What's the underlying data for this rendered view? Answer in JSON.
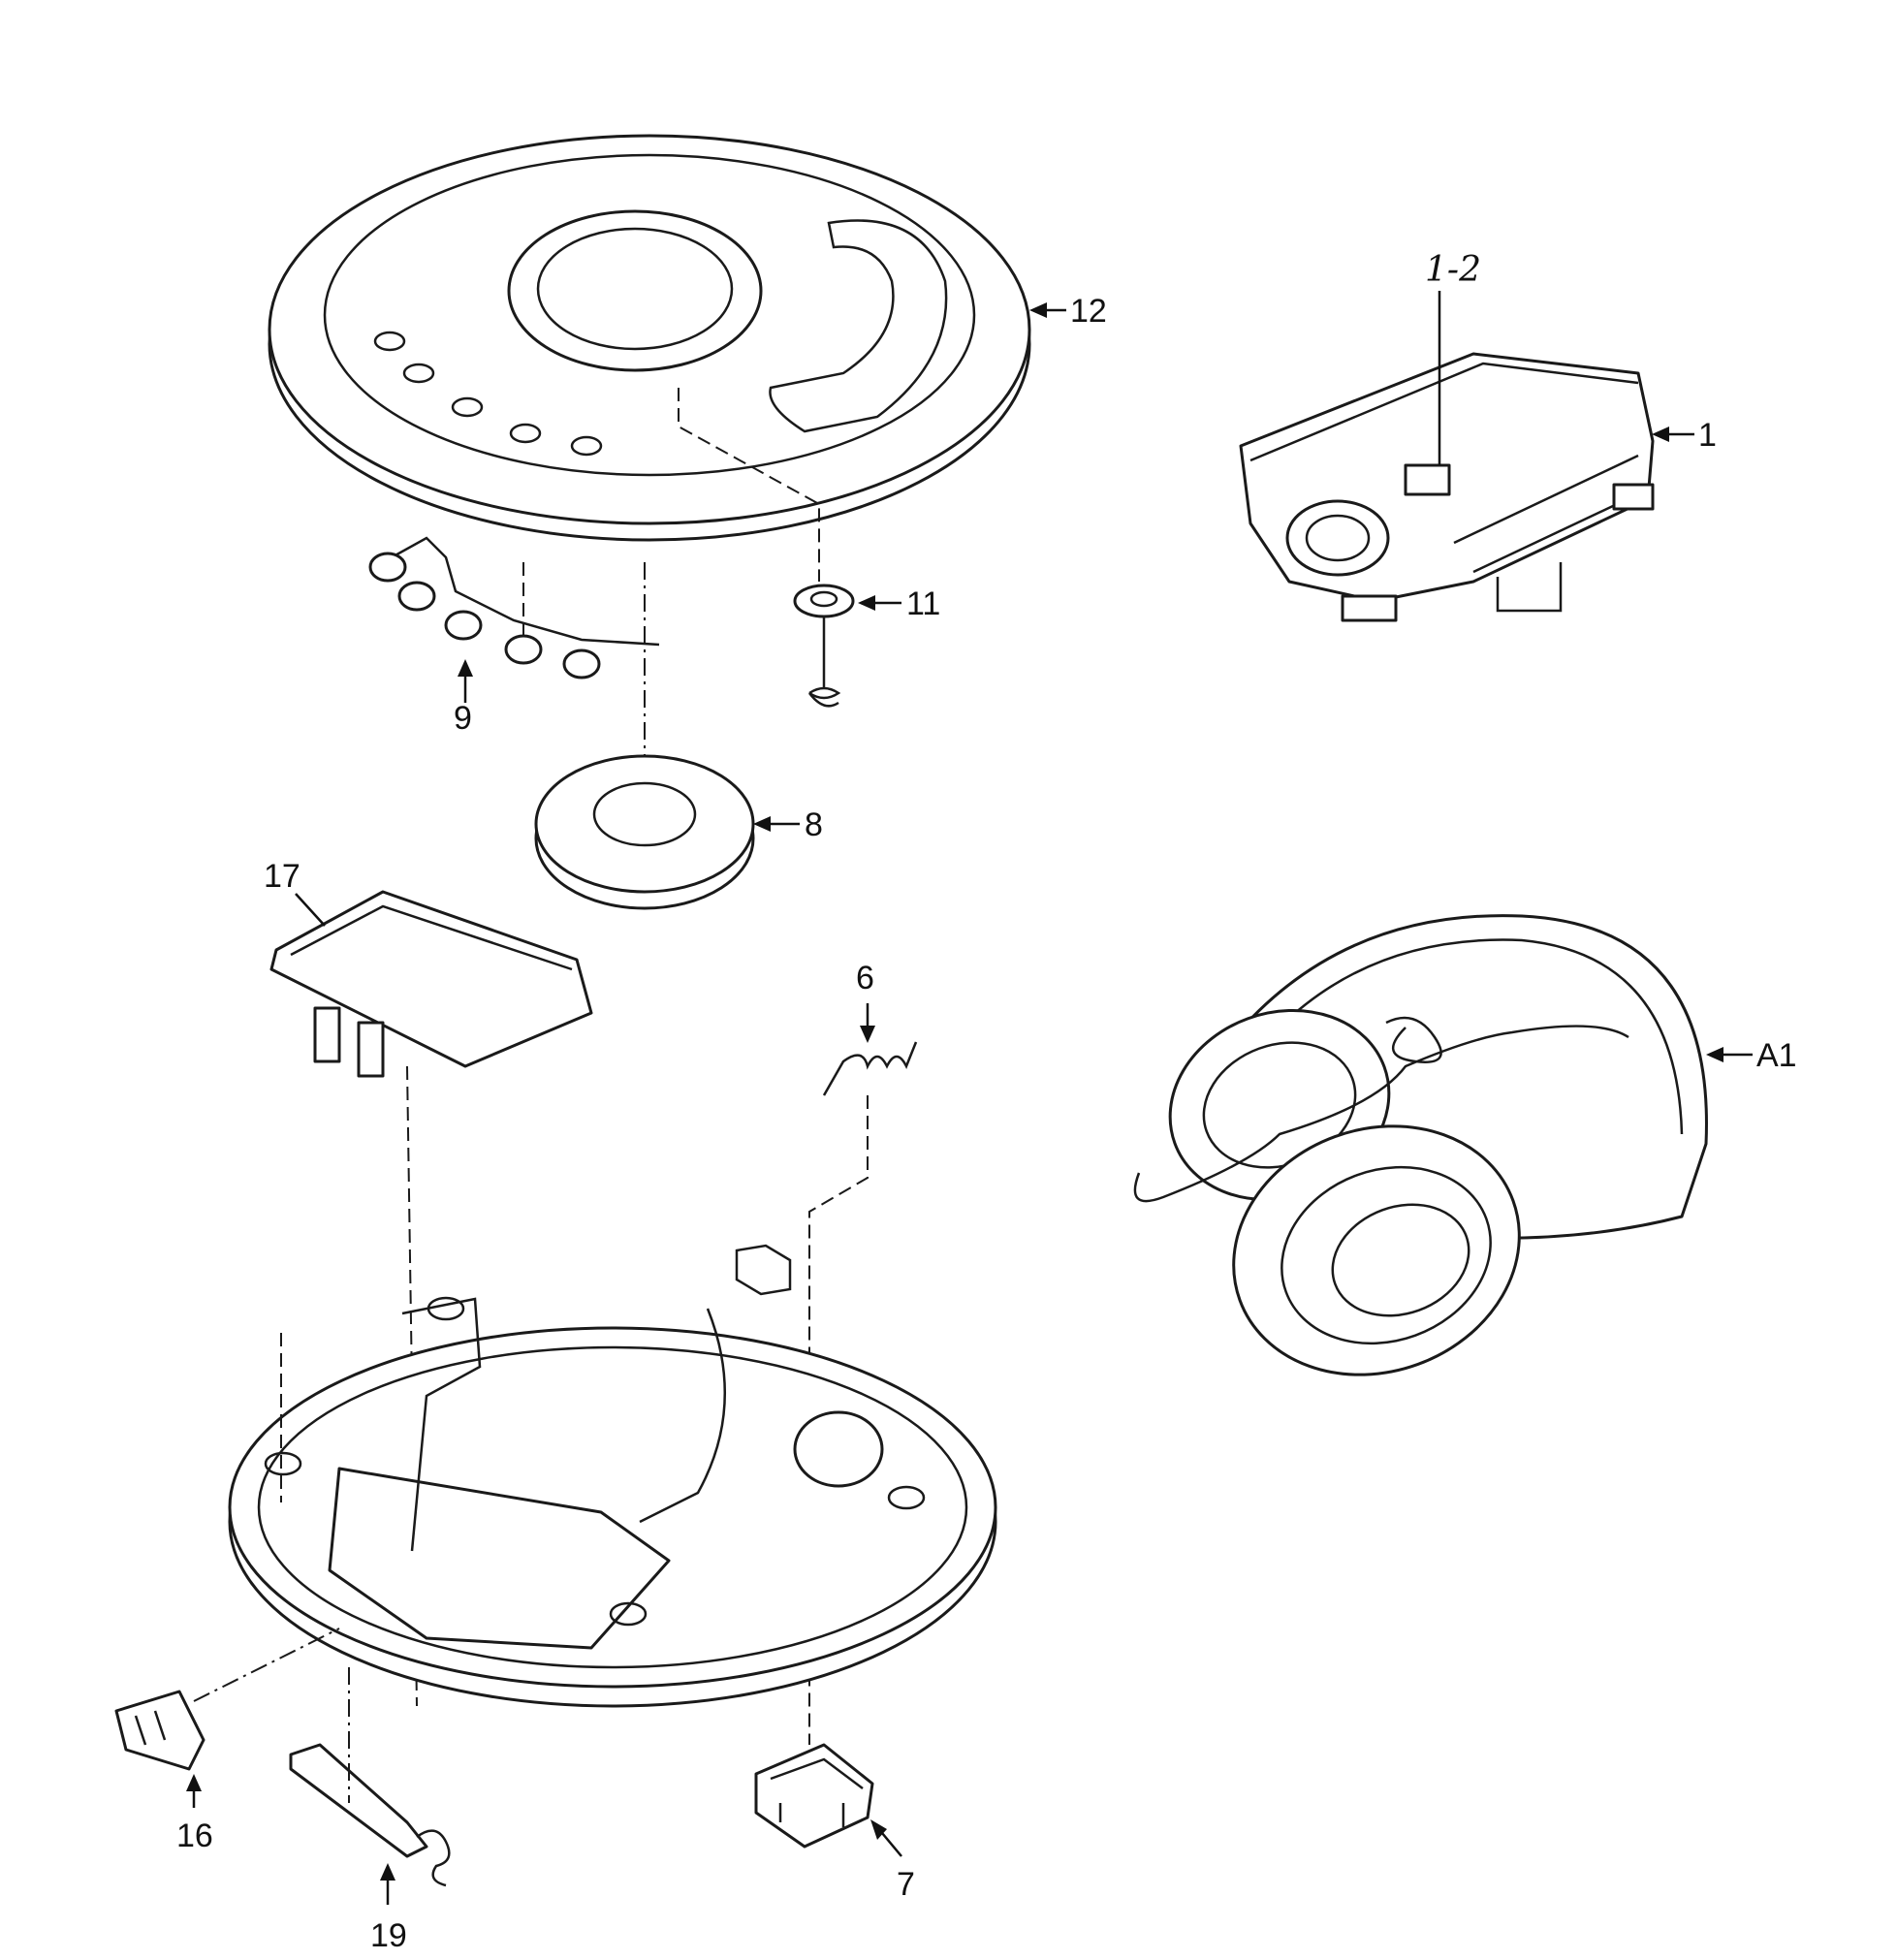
{
  "diagram": {
    "labels": {
      "cover": "12",
      "pickup_unit": "1",
      "pickup_subpart": "1-2",
      "spring_washer": "11",
      "button_set": "9",
      "disc_holder": "8",
      "plate": "17",
      "torsion_spring": "6",
      "headphones": "A1",
      "side_knob": "16",
      "slide_lever": "19",
      "slide_switch": "7"
    }
  }
}
